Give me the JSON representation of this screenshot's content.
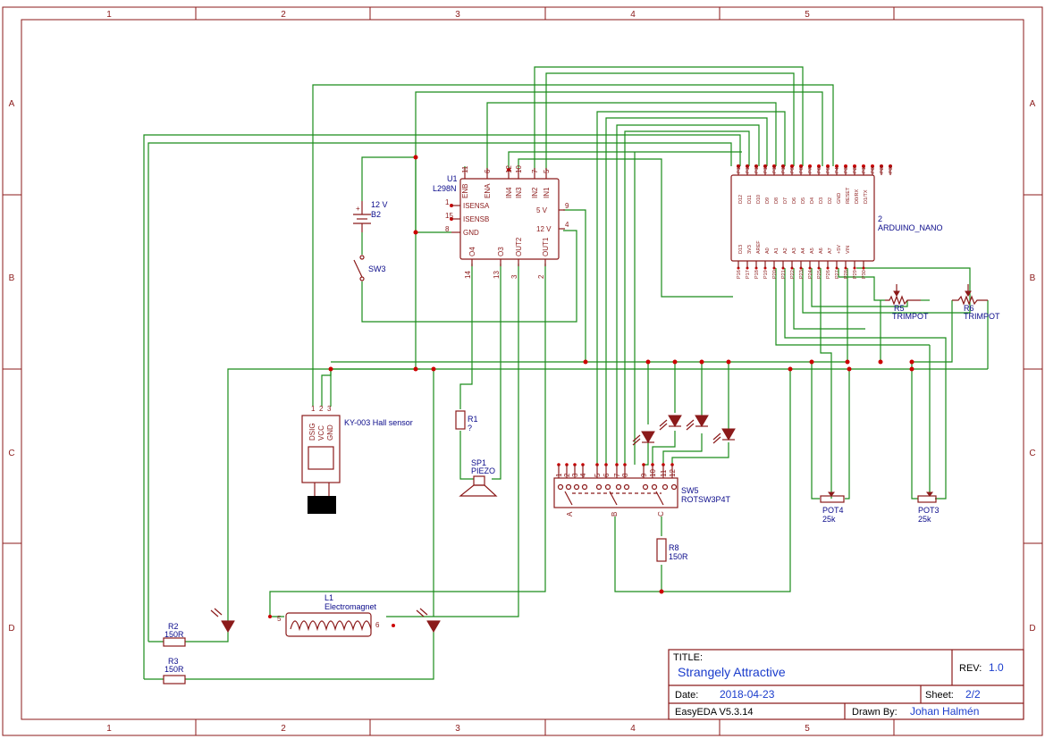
{
  "frame": {
    "columns": [
      "1",
      "2",
      "3",
      "4",
      "5"
    ],
    "rows": [
      "A",
      "B",
      "C",
      "D"
    ]
  },
  "components": {
    "u1": {
      "ref": "U1",
      "part": "L298N",
      "top_pins": [
        {
          "num": "11",
          "name": "ENB"
        },
        {
          "num": "6",
          "name": "ENA"
        },
        {
          "num": "12",
          "name": "IN4"
        },
        {
          "num": "10",
          "name": "IN3"
        },
        {
          "num": "7",
          "name": "IN2"
        },
        {
          "num": "5",
          "name": "IN1"
        }
      ],
      "left_pins": [
        {
          "num": "1",
          "name": "ISENSA"
        },
        {
          "num": "15",
          "name": "ISENSB"
        },
        {
          "num": "8",
          "name": "GND"
        }
      ],
      "right_pins": [
        {
          "num": "9",
          "name": "5 V"
        },
        {
          "num": "4",
          "name": "12 V"
        }
      ],
      "bottom_pins": [
        {
          "num": "14",
          "name": "O4"
        },
        {
          "num": "13",
          "name": "O3"
        },
        {
          "num": "3",
          "name": "OUT2"
        },
        {
          "num": "2",
          "name": "OUT1"
        }
      ]
    },
    "b2": {
      "ref": "B2",
      "value": "12 V",
      "plus": "+"
    },
    "sw3": {
      "ref": "SW3"
    },
    "nano": {
      "ref": "2",
      "part": "ARDUINO_NANO",
      "top_nums": [
        "P15",
        "P14",
        "P13",
        "P12",
        "P11",
        "P10",
        "P9",
        "P8",
        "P7",
        "P6",
        "P5",
        "P4",
        "P3",
        "P2",
        "P1",
        "P0",
        "P29",
        "P30"
      ],
      "top_names": [
        "D12",
        "D11",
        "D10",
        "D9",
        "D8",
        "D7",
        "D6",
        "D5",
        "D4",
        "D3",
        "D2",
        "GND",
        "RESET",
        "D0/RX",
        "D1/TX"
      ],
      "bot_names": [
        "D13",
        "3V3",
        "AREF",
        "A0",
        "A1",
        "A2",
        "A3",
        "A4",
        "A5",
        "A6",
        "A7",
        "+5V",
        "VIN"
      ],
      "bot_nums": [
        "P16",
        "P17",
        "P18",
        "P19",
        "P20",
        "P21",
        "P22",
        "P23",
        "P24",
        "P25",
        "P26",
        "P27",
        "P28",
        "P29",
        "P30"
      ]
    },
    "r5": {
      "ref": "R5",
      "value": "TRIMPOT"
    },
    "r6": {
      "ref": "R6",
      "value": "TRIMPOT"
    },
    "hall": {
      "label": "KY-003 Hall sensor",
      "pins": [
        "1",
        "2",
        "3"
      ],
      "pin_names": [
        "DSIG",
        "VCC",
        "GND"
      ]
    },
    "r1": {
      "ref": "R1",
      "value": "?"
    },
    "sp1": {
      "ref": "SP1",
      "value": "PIEZO"
    },
    "sw5": {
      "ref": "SW5",
      "value": "ROTSW3P4T",
      "pins": [
        "1",
        "2",
        "3",
        "4",
        "5",
        "6",
        "7",
        "8",
        "9",
        "10",
        "11",
        "12"
      ],
      "commons": [
        "A",
        "B",
        "C"
      ]
    },
    "r8": {
      "ref": "R8",
      "value": "150R"
    },
    "pot4": {
      "ref": "POT4",
      "value": "25k"
    },
    "pot3": {
      "ref": "POT3",
      "value": "25k"
    },
    "l1": {
      "ref": "L1",
      "value": "Electromagnet",
      "pin_left": "5",
      "pin_right": "6"
    },
    "r2": {
      "ref": "R2",
      "value": "150R"
    },
    "r3": {
      "ref": "R3",
      "value": "150R"
    }
  },
  "title_block": {
    "title_label": "TITLE:",
    "title": "Strangely Attractive",
    "rev_label": "REV:",
    "rev": "1.0",
    "date_label": "Date:",
    "date": "2018-04-23",
    "sheet_label": "Sheet:",
    "sheet": "2/2",
    "tool": "EasyEDA V5.3.14",
    "drawn_label": "Drawn By:",
    "drawn_by": "Johan Halmén"
  },
  "colors": {
    "wire": "#1a8c1a",
    "part": "#8b1a1a",
    "junction": "#cc0000",
    "label": "#0a0a8a",
    "title_text": "#1a3ccc"
  }
}
